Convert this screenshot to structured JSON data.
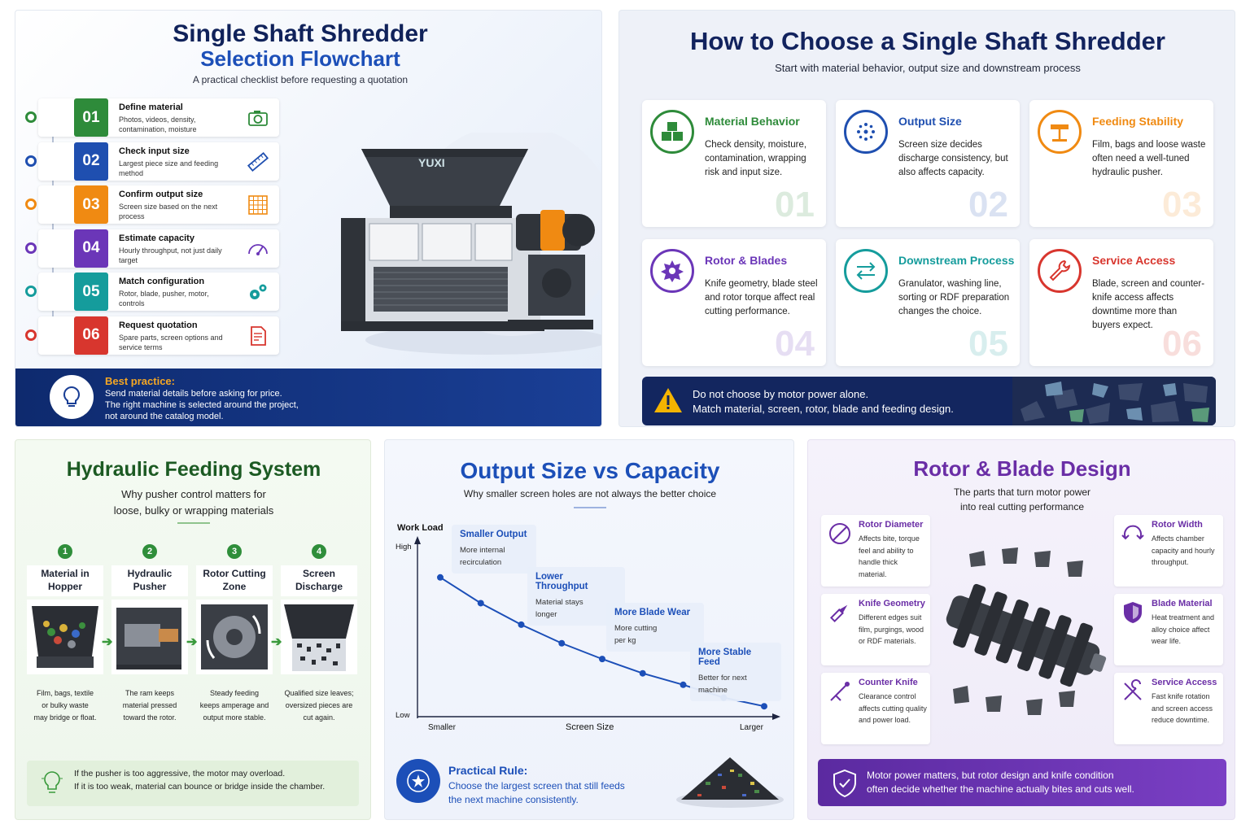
{
  "panel1": {
    "title_line1": "Single Shaft Shredder",
    "title_line2": "Selection Flowchart",
    "subtitle": "A practical checklist before requesting a quotation",
    "brand": "YUXI",
    "steps": [
      {
        "num": "01",
        "title": "Define material",
        "desc": "Photos, videos, density, contamination, moisture",
        "color": "#2e8b3a",
        "icon": "camera-icon"
      },
      {
        "num": "02",
        "title": "Check input size",
        "desc": "Largest piece size and feeding method",
        "color": "#1f4fb0",
        "icon": "ruler-icon"
      },
      {
        "num": "03",
        "title": "Confirm output size",
        "desc": "Screen size based on the next process",
        "color": "#f08a12",
        "icon": "grid-icon"
      },
      {
        "num": "04",
        "title": "Estimate capacity",
        "desc": "Hourly throughput, not just daily target",
        "color": "#6b36b8",
        "icon": "gauge-icon"
      },
      {
        "num": "05",
        "title": "Match configuration",
        "desc": "Rotor, blade, pusher, motor, controls",
        "color": "#159c9c",
        "icon": "gears-icon"
      },
      {
        "num": "06",
        "title": "Request quotation",
        "desc": "Spare parts, screen options and service terms",
        "color": "#d8362e",
        "icon": "document-icon"
      }
    ],
    "best_practice_title": "Best practice:",
    "best_practice_lines": [
      "Send material details before asking for price.",
      "The right machine is selected around the project,",
      "not around the catalog model."
    ]
  },
  "panel2": {
    "title": "How to Choose a Single Shaft Shredder",
    "subtitle": "Start with material behavior, output size and downstream process",
    "cards": [
      {
        "title": "Material Behavior",
        "desc": "Check density, moisture, contamination, wrapping risk and input size.",
        "num": "01",
        "color": "#2e8b3a",
        "icon": "cubes-icon"
      },
      {
        "title": "Output Size",
        "desc": "Screen size decides discharge consistency, but also affects capacity.",
        "num": "02",
        "color": "#1f4fb0",
        "icon": "screen-dots-icon"
      },
      {
        "title": "Feeding Stability",
        "desc": "Film, bags and loose waste often need a well-tuned hydraulic pusher.",
        "num": "03",
        "color": "#f08a12",
        "icon": "pusher-icon"
      },
      {
        "title": "Rotor & Blades",
        "desc": "Knife geometry, blade steel and rotor torque affect real cutting performance.",
        "num": "04",
        "color": "#6b36b8",
        "icon": "rotor-icon"
      },
      {
        "title": "Downstream Process",
        "desc": "Granulator, washing line, sorting or RDF preparation changes the choice.",
        "num": "05",
        "color": "#159c9c",
        "icon": "arrows-icon"
      },
      {
        "title": "Service Access",
        "desc": "Blade, screen and counter-knife access affects downtime more than buyers expect.",
        "num": "06",
        "color": "#d8362e",
        "icon": "wrench-icon"
      }
    ],
    "warning_lines": [
      "Do not choose by motor power alone.",
      "Match material, screen, rotor, blade and feeding design."
    ]
  },
  "panel3": {
    "title": "Hydraulic Feeding System",
    "subtitle_lines": [
      "Why pusher control matters for",
      "loose, bulky or wrapping materials"
    ],
    "steps": [
      {
        "num": "1",
        "label_lines": [
          "Material in",
          "Hopper"
        ],
        "desc_lines": [
          "Film, bags, textile",
          "or bulky waste",
          "may bridge or float."
        ]
      },
      {
        "num": "2",
        "label_lines": [
          "Hydraulic",
          "Pusher"
        ],
        "desc_lines": [
          "The ram keeps",
          "material pressed",
          "toward the rotor."
        ]
      },
      {
        "num": "3",
        "label_lines": [
          "Rotor Cutting",
          "Zone"
        ],
        "desc_lines": [
          "Steady feeding",
          "keeps amperage and",
          "output more stable."
        ]
      },
      {
        "num": "4",
        "label_lines": [
          "Screen",
          "Discharge"
        ],
        "desc_lines": [
          "Qualified size leaves;",
          "oversized pieces are",
          "cut again."
        ]
      }
    ],
    "tip_lines": [
      "If the pusher is too aggressive, the motor may overload.",
      "If it is too weak, material can bounce or bridge inside the chamber."
    ]
  },
  "panel4": {
    "title": "Output Size vs Capacity",
    "subtitle": "Why smaller screen holes are not always the better choice",
    "chart_data": {
      "type": "line",
      "xlabel": "Screen Size",
      "ylabel": "Work Load",
      "x_tick_labels": [
        "Smaller",
        "Larger"
      ],
      "y_tick_labels": [
        "High",
        "Low"
      ],
      "series": [
        {
          "values": [
            0.95,
            0.77,
            0.62,
            0.49,
            0.38,
            0.28,
            0.2,
            0.11,
            0.05
          ]
        }
      ],
      "x": [
        0,
        1,
        2,
        3,
        4,
        5,
        6,
        7,
        8
      ],
      "color": "#1c4fb8"
    },
    "callouts": [
      {
        "title": "Smaller Output",
        "desc_lines": [
          "More internal",
          "recirculation"
        ]
      },
      {
        "title": "Lower Throughput",
        "desc_lines": [
          "Material stays",
          "longer"
        ]
      },
      {
        "title": "More Blade Wear",
        "desc_lines": [
          "More cutting",
          "per kg"
        ]
      },
      {
        "title": "More Stable Feed",
        "desc_lines": [
          "Better for next",
          "machine"
        ]
      }
    ],
    "rule_title": "Practical Rule:",
    "rule_lines": [
      "Choose the largest screen that still feeds",
      "the next machine consistently."
    ]
  },
  "panel5": {
    "title": "Rotor & Blade Design",
    "subtitle_lines": [
      "The parts that turn motor power",
      "into real cutting performance"
    ],
    "left_cards": [
      {
        "title": "Rotor Diameter",
        "desc": "Affects bite, torque feel and ability to handle thick material.",
        "icon": "diameter-icon"
      },
      {
        "title": "Knife Geometry",
        "desc": "Different edges suit film, purgings, wood or RDF materials.",
        "icon": "knife-icon"
      },
      {
        "title": "Counter Knife",
        "desc": "Clearance control affects cutting quality and power load.",
        "icon": "caliper-icon"
      }
    ],
    "right_cards": [
      {
        "title": "Rotor Width",
        "desc": "Affects chamber capacity and hourly throughput.",
        "icon": "width-icon"
      },
      {
        "title": "Blade Material",
        "desc": "Heat treatment and alloy choice affect wear life.",
        "icon": "shield-icon"
      },
      {
        "title": "Service Access",
        "desc": "Fast knife rotation and screen access reduce downtime.",
        "icon": "tools-icon"
      }
    ],
    "banner_lines": [
      "Motor power matters, but rotor design and knife condition",
      "often decide whether the machine actually bites and cuts well."
    ]
  }
}
